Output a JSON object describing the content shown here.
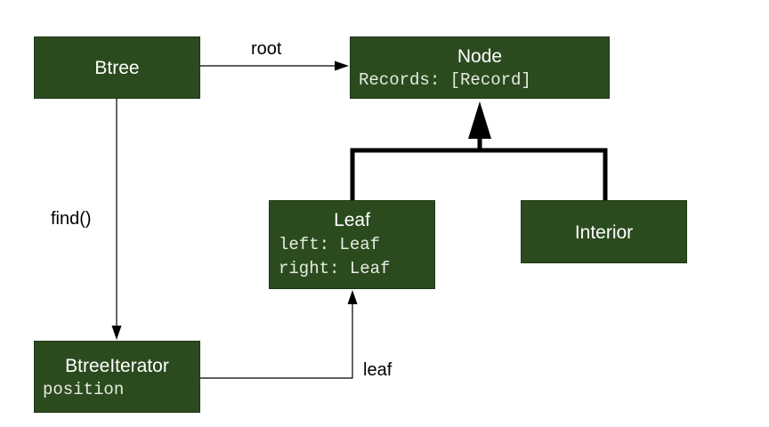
{
  "colors": {
    "box_fill": "#2b4b1f",
    "box_text": "#ffffff",
    "field_text": "#e6ece0",
    "line": "#000000",
    "background": "#ffffff"
  },
  "nodes": {
    "btree": {
      "title": "Btree"
    },
    "node": {
      "title": "Node",
      "fields": [
        "Records: [Record]"
      ]
    },
    "leaf": {
      "title": "Leaf",
      "fields": [
        "left: Leaf",
        "right: Leaf"
      ]
    },
    "interior": {
      "title": "Interior"
    },
    "iterator": {
      "title": "BtreeIterator",
      "fields": [
        "position"
      ]
    }
  },
  "edges": {
    "root": {
      "label": "root",
      "from": "Btree",
      "to": "Node",
      "style": "association-arrow"
    },
    "find": {
      "label": "find()",
      "from": "Btree",
      "to": "BtreeIterator",
      "style": "association-arrow"
    },
    "leaf": {
      "label": "leaf",
      "from": "BtreeIterator",
      "to": "Leaf",
      "style": "association-arrow"
    },
    "inheritance": {
      "from": [
        "Leaf",
        "Interior"
      ],
      "to": "Node",
      "style": "inheritance-arrow"
    }
  }
}
